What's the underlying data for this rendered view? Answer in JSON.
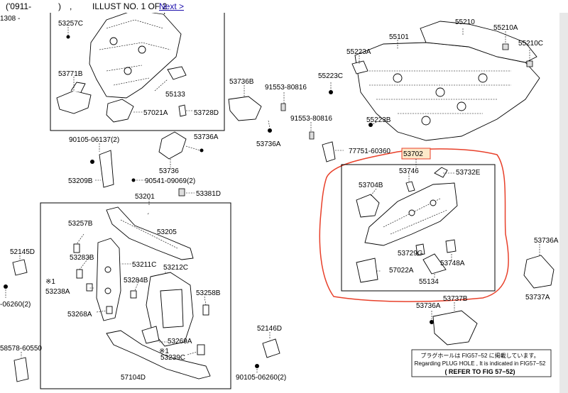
{
  "header": {
    "date_range": "('0911-",
    "date_close": ")",
    "separator": ",",
    "illust": "ILLUST NO. 1 OF 2",
    "next_link": "Next >",
    "left_code": "1308 -"
  },
  "labels": {
    "l53257C": "53257C",
    "l53771B": "53771B",
    "l55133": "55133",
    "l57021A": "57021A",
    "l53728D": "53728D",
    "l53736B": "53736B",
    "l91553a": "91553-80816",
    "l91553b": "91553-80816",
    "l55101": "55101",
    "l55210": "55210",
    "l55210A": "55210A",
    "l55210C": "55210C",
    "l55223A": "55223A",
    "l55223B": "55223B",
    "l55223C": "55223C",
    "l53736A_top": "53736A",
    "l53736A_mid": "53736A",
    "l53736": "53736",
    "l90105a": "90105-06137(2)",
    "l77751": "77751-60360",
    "l53702": "53702",
    "l53746": "53746",
    "l53732E": "53732E",
    "l53704B": "53704B",
    "l53209B": "53209B",
    "l90541": "90541-09069(2)",
    "l53381D": "53381D",
    "l53201": "53201",
    "l53205": "53205",
    "l53257B": "53257B",
    "l52145D": "52145D",
    "l53283B": "53283B",
    "l53211C": "53211C",
    "l53212C": "53212C",
    "l53238A": "53238A",
    "l53284B": "53284B",
    "l53258B": "53258B",
    "l53729G": "53729G",
    "l57022A": "57022A",
    "l53748A": "53748A",
    "l55134": "55134",
    "l53736A_right": "53736A",
    "l53737A": "53737A",
    "l53737B": "53737B",
    "l53736A_bottom": "53736A",
    "l06260a": "-06260(2)",
    "l53268A": "53268A",
    "l52146D": "52146D",
    "l53269A": "53269A",
    "l53239C": "53239C",
    "l58578": "58578-60550",
    "l57104D": "57104D",
    "l90105b": "90105-06260(2)",
    "ref1": "※1",
    "ref2": "※1"
  },
  "note": {
    "jp": "プラグホールは FIG57−52 に掲載しています。",
    "en": "Regarding PLUG HOLE , It is indicated in FIG57−52",
    "ref": "( REFER TO FIG 57−52)"
  },
  "colors": {
    "highlight": "#e8402a",
    "link": "#1a0dab"
  }
}
